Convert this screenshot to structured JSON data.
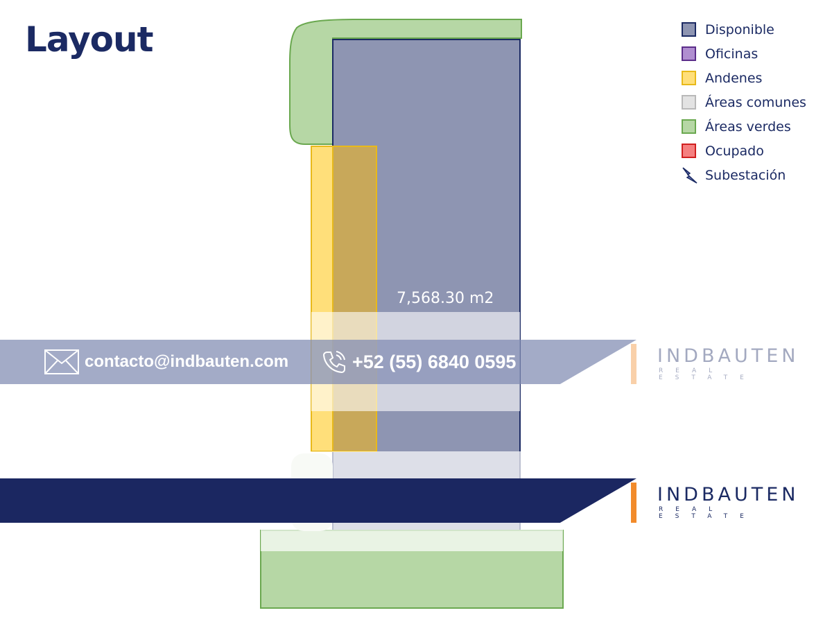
{
  "title": "Layout",
  "area_label": "7,568.30 m2",
  "legend": [
    {
      "label": "Disponible",
      "color": "#8e95b2",
      "border": "#1b2a63",
      "icon": "square"
    },
    {
      "label": "Oficinas",
      "color": "#b08ed0",
      "border": "#5b2d8a",
      "icon": "square"
    },
    {
      "label": "Andenes",
      "color": "#ffdf7a",
      "border": "#e8b91a",
      "icon": "square"
    },
    {
      "label": "Áreas comunes",
      "color": "#e3e3e3",
      "border": "#b9b9b9",
      "icon": "square"
    },
    {
      "label": "Áreas verdes",
      "color": "#b6d7a5",
      "border": "#6aa84f",
      "icon": "square"
    },
    {
      "label": "Ocupado",
      "color": "#f58080",
      "border": "#d01f1f",
      "icon": "square"
    },
    {
      "label": "Subestación",
      "color": "#1b2a63",
      "border": "#1b2a63",
      "icon": "lightning-bolt-icon"
    }
  ],
  "contact": {
    "email": "contacto@indbauten.com",
    "phone": "+52 (55) 6840 0595"
  },
  "logo": {
    "word": "INDBAUTEN",
    "sub": "REAL ESTATE",
    "accent": "#f28b2b"
  },
  "colors": {
    "navy": "#1b2a63",
    "disponible": "#8e95b2",
    "andenes": "#ffdf7a",
    "andenes_overlap": "#c8a85a",
    "verdes": "#b6d7a5",
    "verdes_border": "#6aa84f"
  }
}
